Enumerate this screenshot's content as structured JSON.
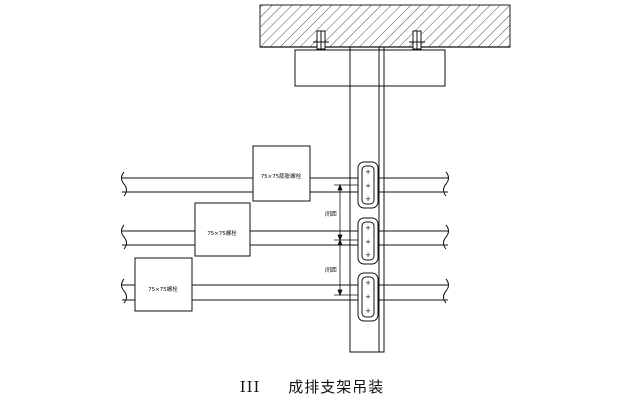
{
  "diagram": {
    "caption": {
      "number": "III",
      "title": "成排支架吊装"
    },
    "labels": {
      "box_top": "75×75膨胀螺栓",
      "box_mid": "75×75螺栓",
      "box_low": "75×75螺栓",
      "spacing_upper": "间距",
      "spacing_lower": "间距"
    }
  }
}
